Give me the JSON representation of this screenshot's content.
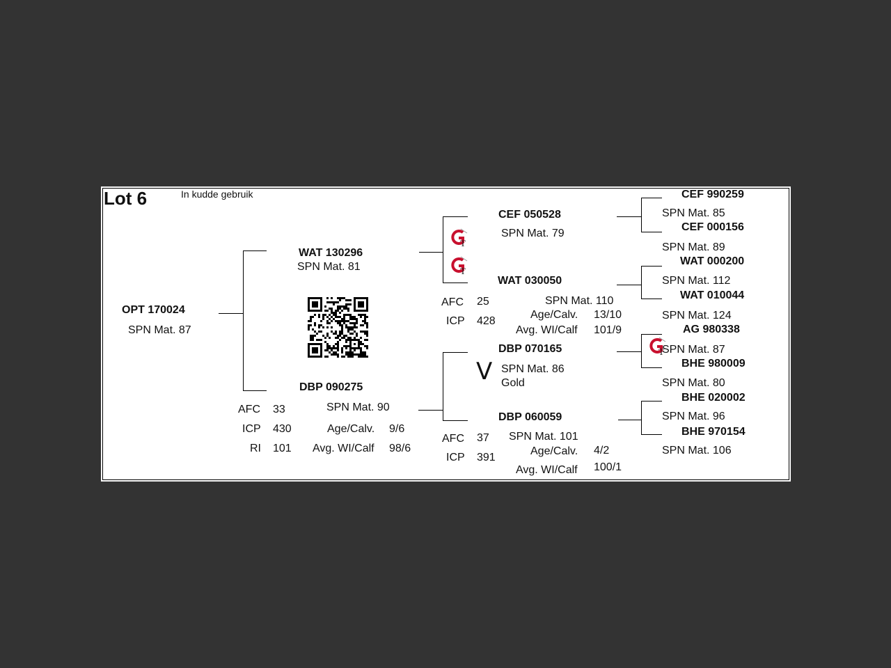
{
  "lot": "Lot 6",
  "status": "In kudde gebruik",
  "animal": {
    "id": "OPT 170024",
    "spn": "SPN Mat. 87"
  },
  "sire": {
    "id": "WAT 130296",
    "spn": "SPN Mat. 81"
  },
  "dam": {
    "id": "DBP 090275",
    "spn": "SPN Mat. 90",
    "afc_label": "AFC",
    "afc": "33",
    "icp_label": "ICP",
    "icp": "430",
    "ri_label": "RI",
    "ri": "101",
    "agecalv_label": "Age/Calv.",
    "agecalv": "9/6",
    "avgwi_label": "Avg. WI/Calf",
    "avgwi": "98/6"
  },
  "ss": {
    "id": "CEF 050528",
    "spn": "SPN Mat. 79"
  },
  "sd": {
    "id": "WAT 030050",
    "spn": "SPN Mat. 110",
    "afc_label": "AFC",
    "afc": "25",
    "icp_label": "ICP",
    "icp": "428",
    "agecalv_label": "Age/Calv.",
    "agecalv": "13/10",
    "avgwi_label": "Avg. WI/Calf",
    "avgwi": "101/9"
  },
  "ds": {
    "id": "DBP 070165",
    "spn": "SPN Mat. 86",
    "award": "Gold",
    "mark": "V"
  },
  "dd": {
    "id": "DBP 060059",
    "spn": "SPN Mat. 101",
    "afc_label": "AFC",
    "afc": "37",
    "icp_label": "ICP",
    "icp": "391",
    "agecalv_label": "Age/Calv.",
    "agecalv": "4/2",
    "avgwi_label": "Avg. WI/Calf",
    "avgwi": "100/1"
  },
  "gen3": [
    {
      "id": "CEF 990259",
      "spn": "SPN Mat. 85"
    },
    {
      "id": "CEF 000156",
      "spn": "SPN Mat. 89"
    },
    {
      "id": "WAT 000200",
      "spn": "SPN Mat. 112"
    },
    {
      "id": "WAT 010044",
      "spn": "SPN Mat. 124"
    },
    {
      "id": "AG  980338",
      "spn": "SPN Mat. 87"
    },
    {
      "id": "BHE 980009",
      "spn": "SPN Mat. 80"
    },
    {
      "id": "BHE 020002",
      "spn": "SPN Mat. 96"
    },
    {
      "id": "BHE 970154",
      "spn": "SPN Mat. 106"
    }
  ],
  "logo_text": "GT",
  "icons": {
    "gt_logo": "gt-logo-icon",
    "qr": "qr-code-icon"
  },
  "colors": {
    "background": "#333333",
    "card": "#ffffff",
    "logo_red": "#c8102e"
  }
}
